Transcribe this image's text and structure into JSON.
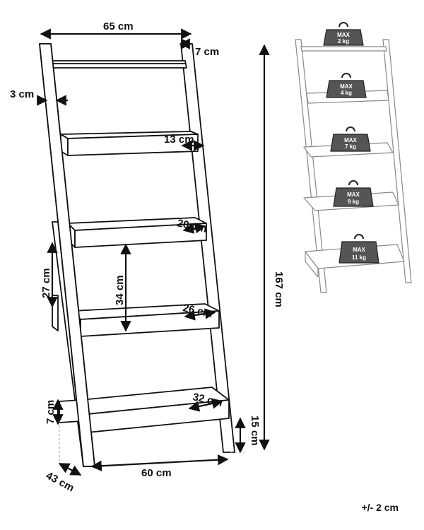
{
  "dimensions": {
    "width_top": "65 cm",
    "top_shelf_depth": "7 cm",
    "rail_thickness": "3 cm",
    "shelf2_depth": "13 cm",
    "shelf3_depth": "20 cm",
    "lower_side_gap": "27 cm",
    "shelf_spacing": "34 cm",
    "shelf4_depth": "26 cm",
    "shelf5_depth": "32 cm",
    "height_total": "167 cm",
    "bottom_lip": "7 cm",
    "bottom_clearance": "15 cm",
    "base_depth": "43 cm",
    "width_bottom": "60 cm"
  },
  "load_weights": [
    {
      "label": "MAX",
      "value": "2 kg"
    },
    {
      "label": "MAX",
      "value": "4 kg"
    },
    {
      "label": "MAX",
      "value": "7 kg"
    },
    {
      "label": "MAX",
      "value": "9 kg"
    },
    {
      "label": "MAX",
      "value": "11 kg"
    }
  ],
  "tolerance": "+/- 2 cm"
}
